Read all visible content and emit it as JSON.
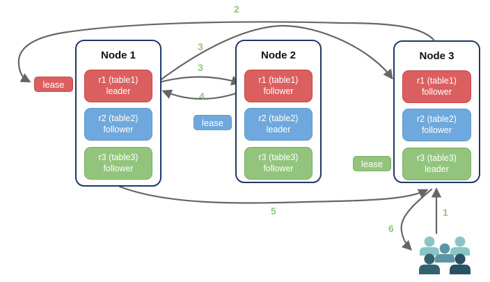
{
  "diagram": {
    "nodes": [
      {
        "title": "Node 1",
        "replicas": [
          {
            "label": "r1 (table1)",
            "role": "leader",
            "color": "red"
          },
          {
            "label": "r2 (table2)",
            "role": "follower",
            "color": "blue"
          },
          {
            "label": "r3 (table3)",
            "role": "follower",
            "color": "green"
          }
        ]
      },
      {
        "title": "Node 2",
        "replicas": [
          {
            "label": "r1 (table1)",
            "role": "follower",
            "color": "red"
          },
          {
            "label": "r2 (table2)",
            "role": "leader",
            "color": "blue"
          },
          {
            "label": "r3 (table3)",
            "role": "follower",
            "color": "green"
          }
        ]
      },
      {
        "title": "Node 3",
        "replicas": [
          {
            "label": "r1 (table1)",
            "role": "follower",
            "color": "red"
          },
          {
            "label": "r2 (table2)",
            "role": "follower",
            "color": "blue"
          },
          {
            "label": "r3 (table3)",
            "role": "leader",
            "color": "green"
          }
        ]
      }
    ],
    "lease_labels": [
      {
        "text": "lease",
        "color": "#dc5f5f"
      },
      {
        "text": "lease",
        "color": "#6fa8dc"
      },
      {
        "text": "lease",
        "color": "#93c47d"
      }
    ],
    "steps": {
      "s1": "1",
      "s2": "2",
      "s3a": "3",
      "s3b": "3",
      "s4": "4",
      "s5": "5",
      "s6": "6"
    },
    "colors": {
      "leader_red": "#dc5f5f",
      "follower_blue": "#6fa8dc",
      "leader_green": "#93c47d",
      "node_border": "#1f3864",
      "arrow": "#666666",
      "step_label": "#93c47d",
      "users_light": "#89c4c7",
      "users_mid": "#5b96a2",
      "users_dark": "#2d5666"
    },
    "icons": {
      "users": "users-group-icon"
    }
  }
}
